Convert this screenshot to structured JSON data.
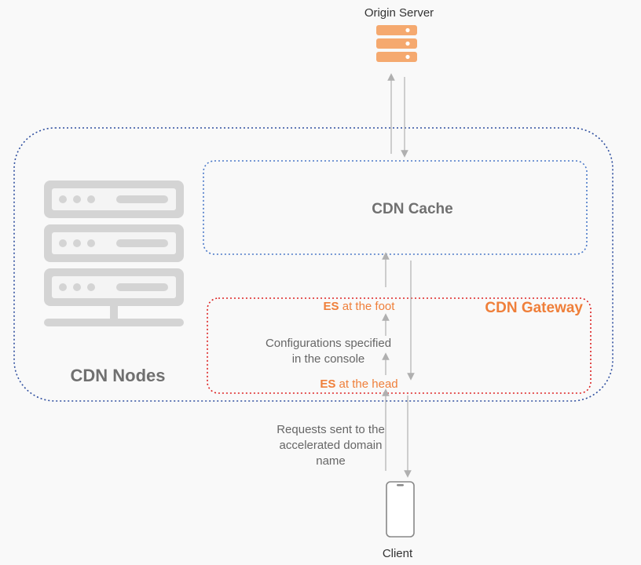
{
  "origin_server": {
    "label": "Origin Server"
  },
  "cdn_nodes": {
    "label": "CDN Nodes"
  },
  "cdn_cache": {
    "label": "CDN Cache"
  },
  "cdn_gateway": {
    "label": "CDN Gateway",
    "es_foot": {
      "tag": "ES",
      "text": " at the foot"
    },
    "config_line1": "Configurations specified",
    "config_line2": "in the console",
    "es_head": {
      "tag": "ES",
      "text": " at the head"
    }
  },
  "requests": {
    "line1": "Requests sent to the",
    "line2": "accelerated domain",
    "line3": "name"
  },
  "client": {
    "label": "Client"
  },
  "colors": {
    "accent_orange": "#ef7f3a",
    "server_orange": "#f5a96f",
    "node_border_blue": "#2f4f9f",
    "cache_border_blue": "#4a78c8",
    "gateway_border_red": "#dd2222",
    "arrow_gray": "#b0b0b0",
    "node_icon_gray": "#d4d4d4"
  },
  "icons": {
    "origin_server": "server-stack-icon",
    "cdn_nodes": "server-rack-icon",
    "client": "smartphone-icon"
  }
}
